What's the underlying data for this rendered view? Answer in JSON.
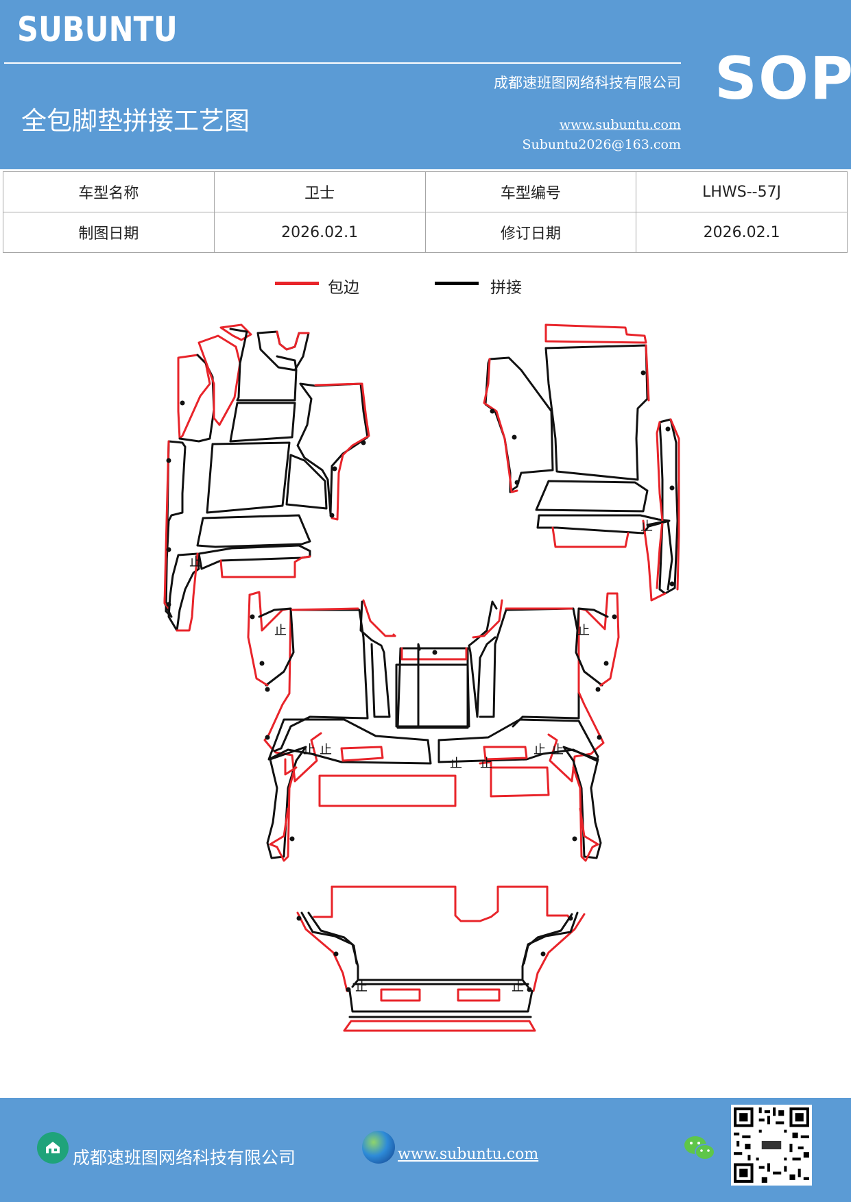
{
  "header": {
    "brand": "SUBUNTU",
    "company": "成都速班图网络科技有限公司",
    "title": "全包脚垫拼接工艺图",
    "website": "www.subuntu.com",
    "email": "Subuntu2026@163.com",
    "badge": "SOP",
    "background_color": "#5b9bd5"
  },
  "info_table": {
    "rows": [
      [
        "车型名称",
        "卫士",
        "车型编号",
        "LHWS--57J"
      ],
      [
        "制图日期",
        "2026.02.1",
        "修订日期",
        "2026.02.1"
      ]
    ]
  },
  "legend": {
    "items": [
      {
        "label": "包边",
        "color": "#e8242a"
      },
      {
        "label": "拼接",
        "color": "#000000"
      }
    ]
  },
  "diagram": {
    "seam_mark": "止",
    "edge_color": "#e8242a",
    "joint_color": "#111111"
  },
  "footer": {
    "company": "成都速班图网络科技有限公司",
    "website": "www.subuntu.com",
    "icons": [
      "home-icon",
      "globe-icon",
      "wechat-icon",
      "qr-code"
    ]
  }
}
